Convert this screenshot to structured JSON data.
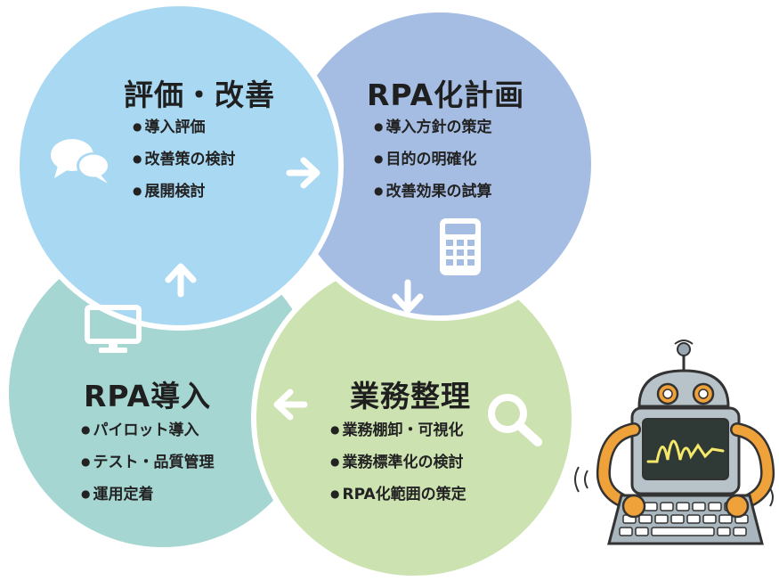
{
  "cycle": {
    "evaluate": {
      "title": "評価・改善",
      "items": [
        "導入評価",
        "改善策の検討",
        "展開検討"
      ],
      "icon": "chat-bubbles-icon",
      "color": "#a9d8f2"
    },
    "plan": {
      "title": "RPA化計画",
      "items": [
        "導入方針の策定",
        "目的の明確化",
        "改善効果の試算"
      ],
      "icon": "calculator-icon",
      "color": "#a5bde3"
    },
    "organize": {
      "title": "業務整理",
      "items": [
        "業務棚卸・可視化",
        "業務標準化の検討",
        "RPA化範囲の策定"
      ],
      "icon": "magnifier-icon",
      "color": "#cce2b0"
    },
    "introduce": {
      "title": "RPA導入",
      "items": [
        "パイロット導入",
        "テスト・品質管理",
        "運用定着"
      ],
      "icon": "monitor-icon",
      "color": "#a5d6d2"
    }
  },
  "arrows": [
    "arrow-right-icon",
    "arrow-down-icon",
    "arrow-left-icon",
    "arrow-up-icon"
  ],
  "illustration": "robot-typing-illustration"
}
